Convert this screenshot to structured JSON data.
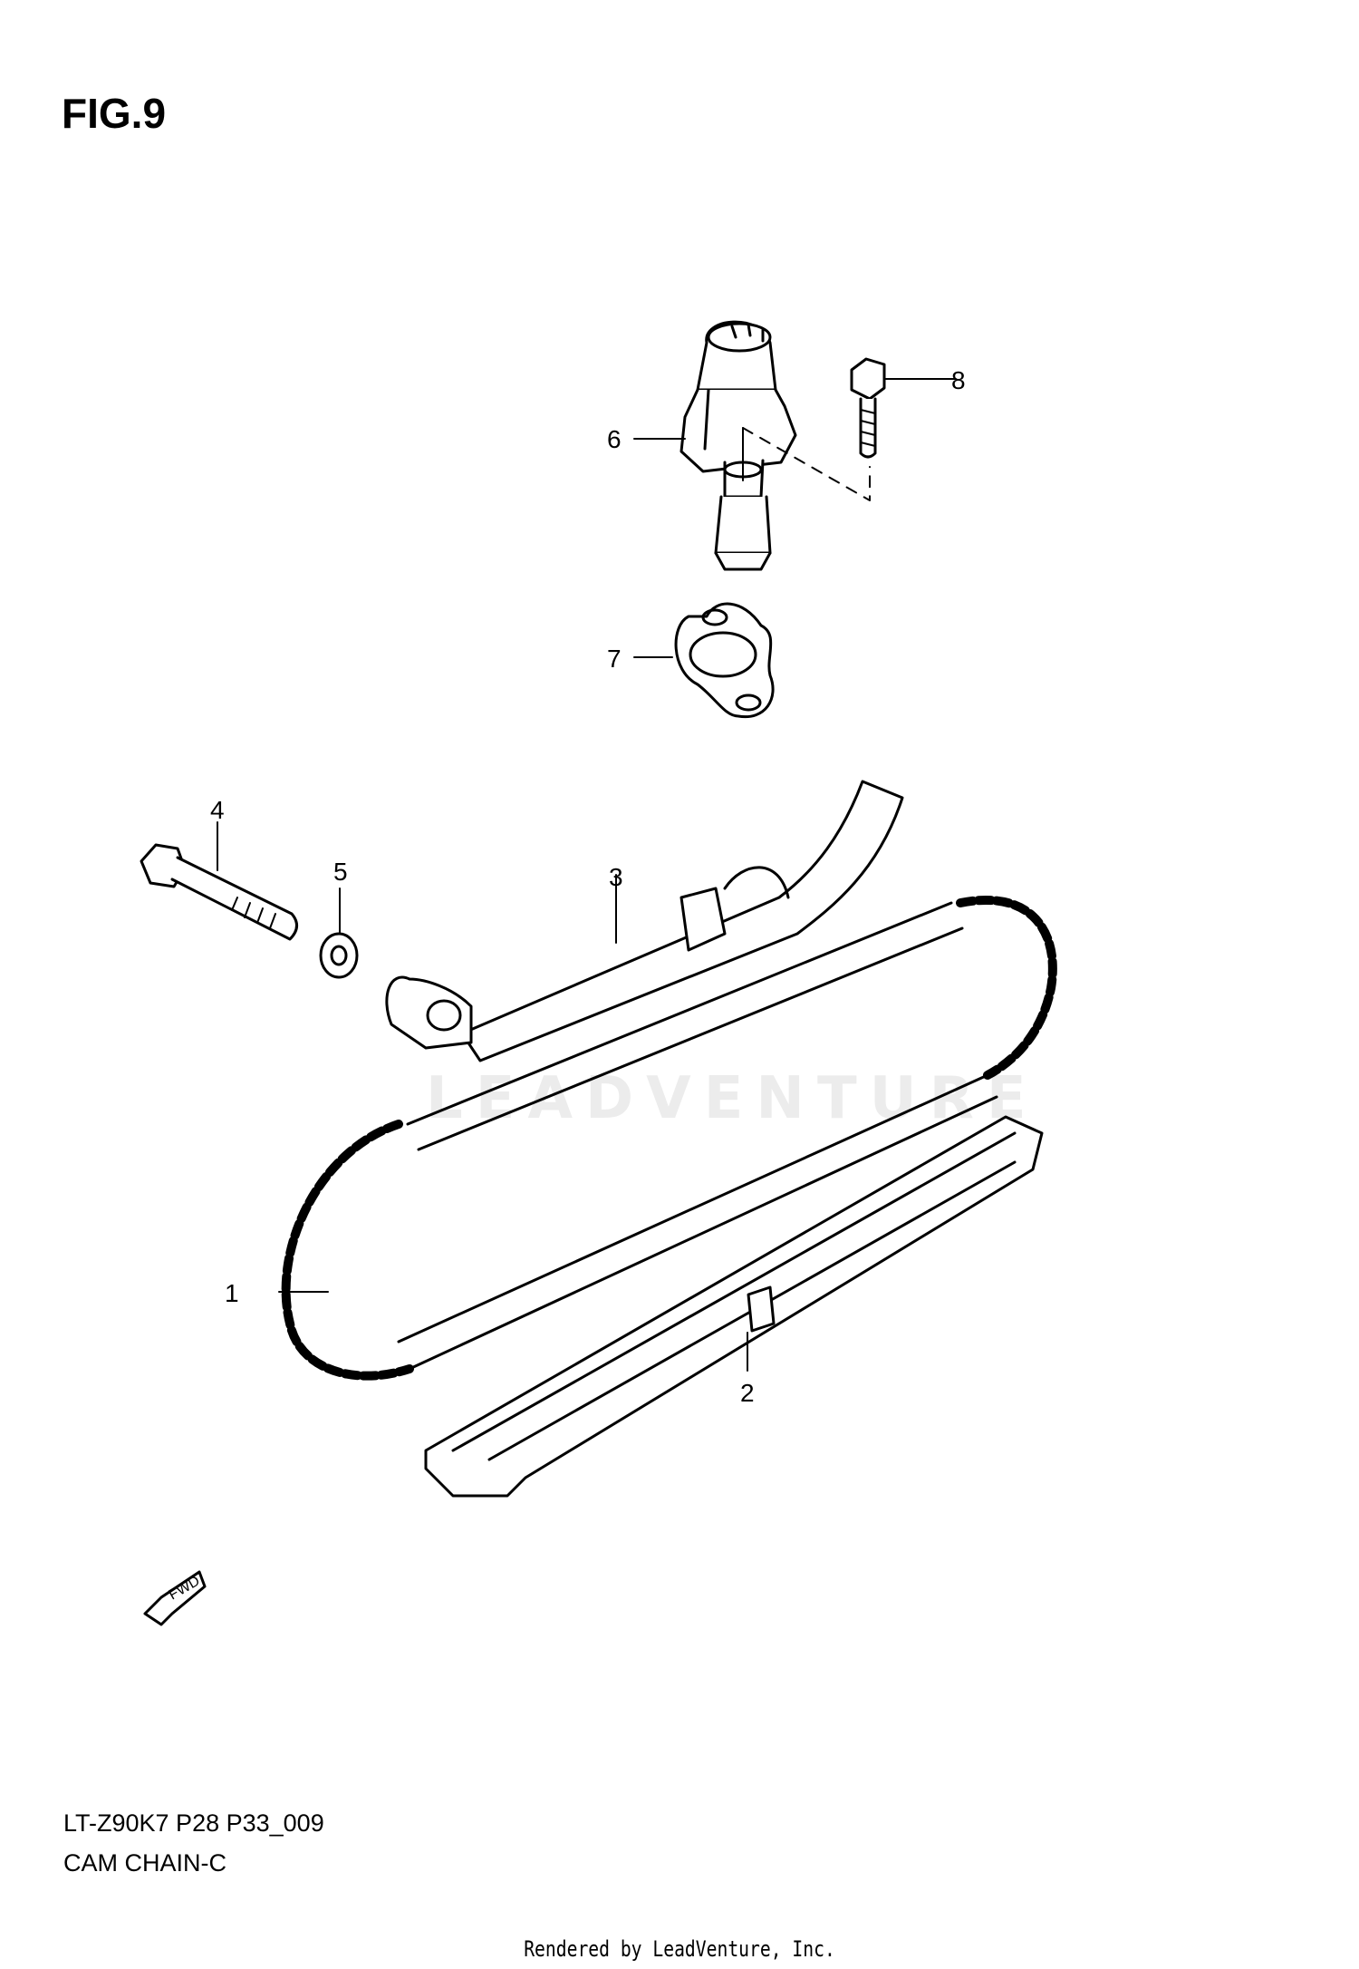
{
  "figure": {
    "title": "FIG.9"
  },
  "watermark": {
    "text": "LEADVENTURE"
  },
  "callouts": {
    "chain": "1",
    "guide_rear": "2",
    "guide_front": "3",
    "bolt_long": "4",
    "washer": "5",
    "tensioner": "6",
    "gasket": "7",
    "bolt_short": "8"
  },
  "fwd_arrow": {
    "label": "FWD"
  },
  "footer": {
    "model_code": "LT-Z90K7 P28 P33_009",
    "section_name": "CAM CHAIN-C",
    "rendered_by": "Rendered by LeadVenture, Inc."
  },
  "colors": {
    "line": "#000000",
    "background": "#ffffff",
    "watermark": "#ececec"
  }
}
